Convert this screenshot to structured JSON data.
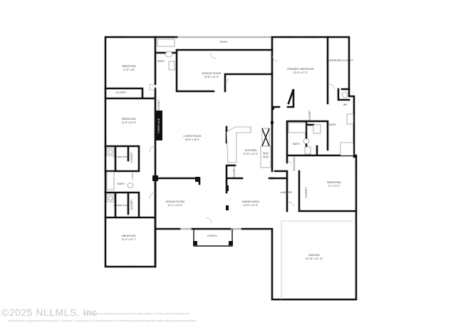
{
  "rooms": {
    "patio": {
      "name": "PATIO"
    },
    "bedroom_nw": {
      "name": "BEDROOM",
      "size": "11' 8\" x 15'"
    },
    "bath_nw": {
      "name": "BATH"
    },
    "closet_nw": {
      "name": "CLOSET"
    },
    "bonus_room_north": {
      "name": "BONUS ROOM",
      "size": "23' 8\" x 11' 8\""
    },
    "primary_bedroom": {
      "name": "PRIMARY BEDROOM",
      "size": "13' 6\" x 17' 3\""
    },
    "oversized_closet": {
      "name": "OVERSIZED CLOSET"
    },
    "wc": {
      "name": "WC"
    },
    "primary_bath": {
      "name": "BATH"
    },
    "closet_primary": {
      "name": "CLOSET"
    },
    "bath_east": {
      "name": "BATH"
    },
    "bedroom_west": {
      "name": "BEDROOM",
      "size": "11' 8\" x 14' 5\""
    },
    "fireplace": {
      "name": "FIREPLACE"
    },
    "closet_living": {
      "name": "CLOSET"
    },
    "living_room": {
      "name": "LIVING ROOM",
      "size": "18' 5\" x 19' 6\""
    },
    "kitchen": {
      "name": "KITCHEN",
      "size": "10' 8\" x 12' 2\""
    },
    "closet_kitchen": {
      "name": "CLOSET"
    },
    "powder_room_1": {
      "name": "POWDER ROOM"
    },
    "closet_powder_1": {
      "name": "CLOSET"
    },
    "bath_west": {
      "name": "BATH"
    },
    "closet_bath_west": {
      "name": "CLOSET"
    },
    "powder_room_2": {
      "name": "POWDER ROOM"
    },
    "closet_powder_2": {
      "name": "CLOSET"
    },
    "bonus_room_south": {
      "name": "BONUS ROOM",
      "size": "10' 4\" x 12' 9\""
    },
    "dining_area": {
      "name": "DINING AREA",
      "size": "10' 8\" x 12' 9\""
    },
    "laundry": {
      "name": "LAUNDRY"
    },
    "closet_laundry": {
      "name": "CLOSET"
    },
    "bedroom_east": {
      "name": "BEDROOM",
      "size": "17' x 13' 1\""
    },
    "porch": {
      "name": "PORCH"
    },
    "bedroom_sw": {
      "name": "BEDROOM",
      "size": "11' 8\" x 14' 7\""
    },
    "garage": {
      "name": "GARAGE",
      "size": "20' 10\" x 21' 10\""
    }
  },
  "footer": {
    "copyright": "©2025 NLLMLS, Inc",
    "disclaimer_1": "This illustration are indicative only and serve as an approximation of existing structures and features.",
    "disclaimer_2": "This illustration is not guaranteed to be accurate or complete. The accuracy of all information should be verified through personal inspection and/or with appropriate professionals."
  }
}
